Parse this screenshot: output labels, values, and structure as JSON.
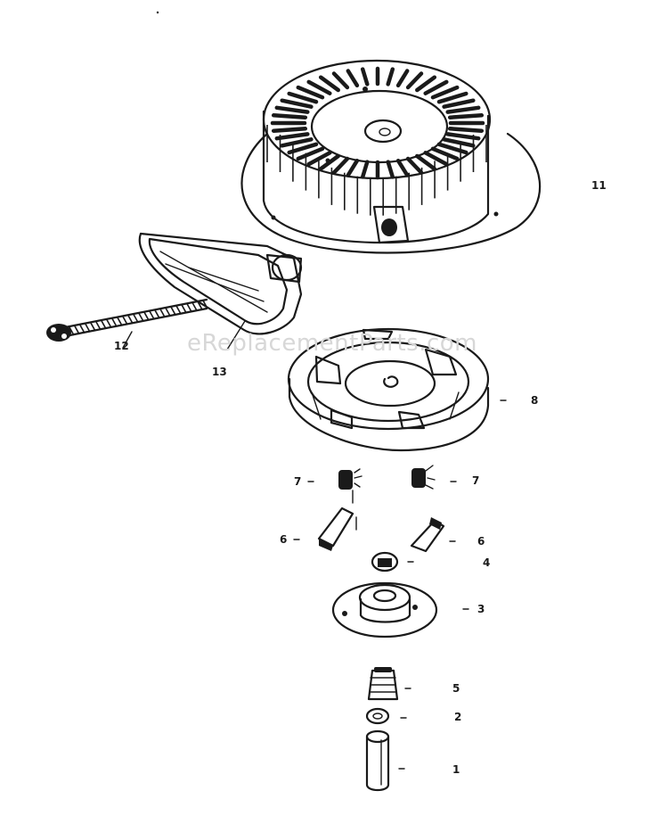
{
  "watermark": "eReplacementParts.com",
  "callouts": [
    {
      "id": "callout-11",
      "label": "11"
    },
    {
      "id": "callout-12",
      "label": "12"
    },
    {
      "id": "callout-13",
      "label": "13"
    },
    {
      "id": "callout-8",
      "label": "8"
    },
    {
      "id": "callout-7-left",
      "label": "7"
    },
    {
      "id": "callout-7-right",
      "label": "7"
    },
    {
      "id": "callout-6-left",
      "label": "6"
    },
    {
      "id": "callout-6-right",
      "label": "6"
    },
    {
      "id": "callout-4",
      "label": "4"
    },
    {
      "id": "callout-3",
      "label": "3"
    },
    {
      "id": "callout-5",
      "label": "5"
    },
    {
      "id": "callout-2",
      "label": "2"
    },
    {
      "id": "callout-1",
      "label": "1"
    }
  ]
}
